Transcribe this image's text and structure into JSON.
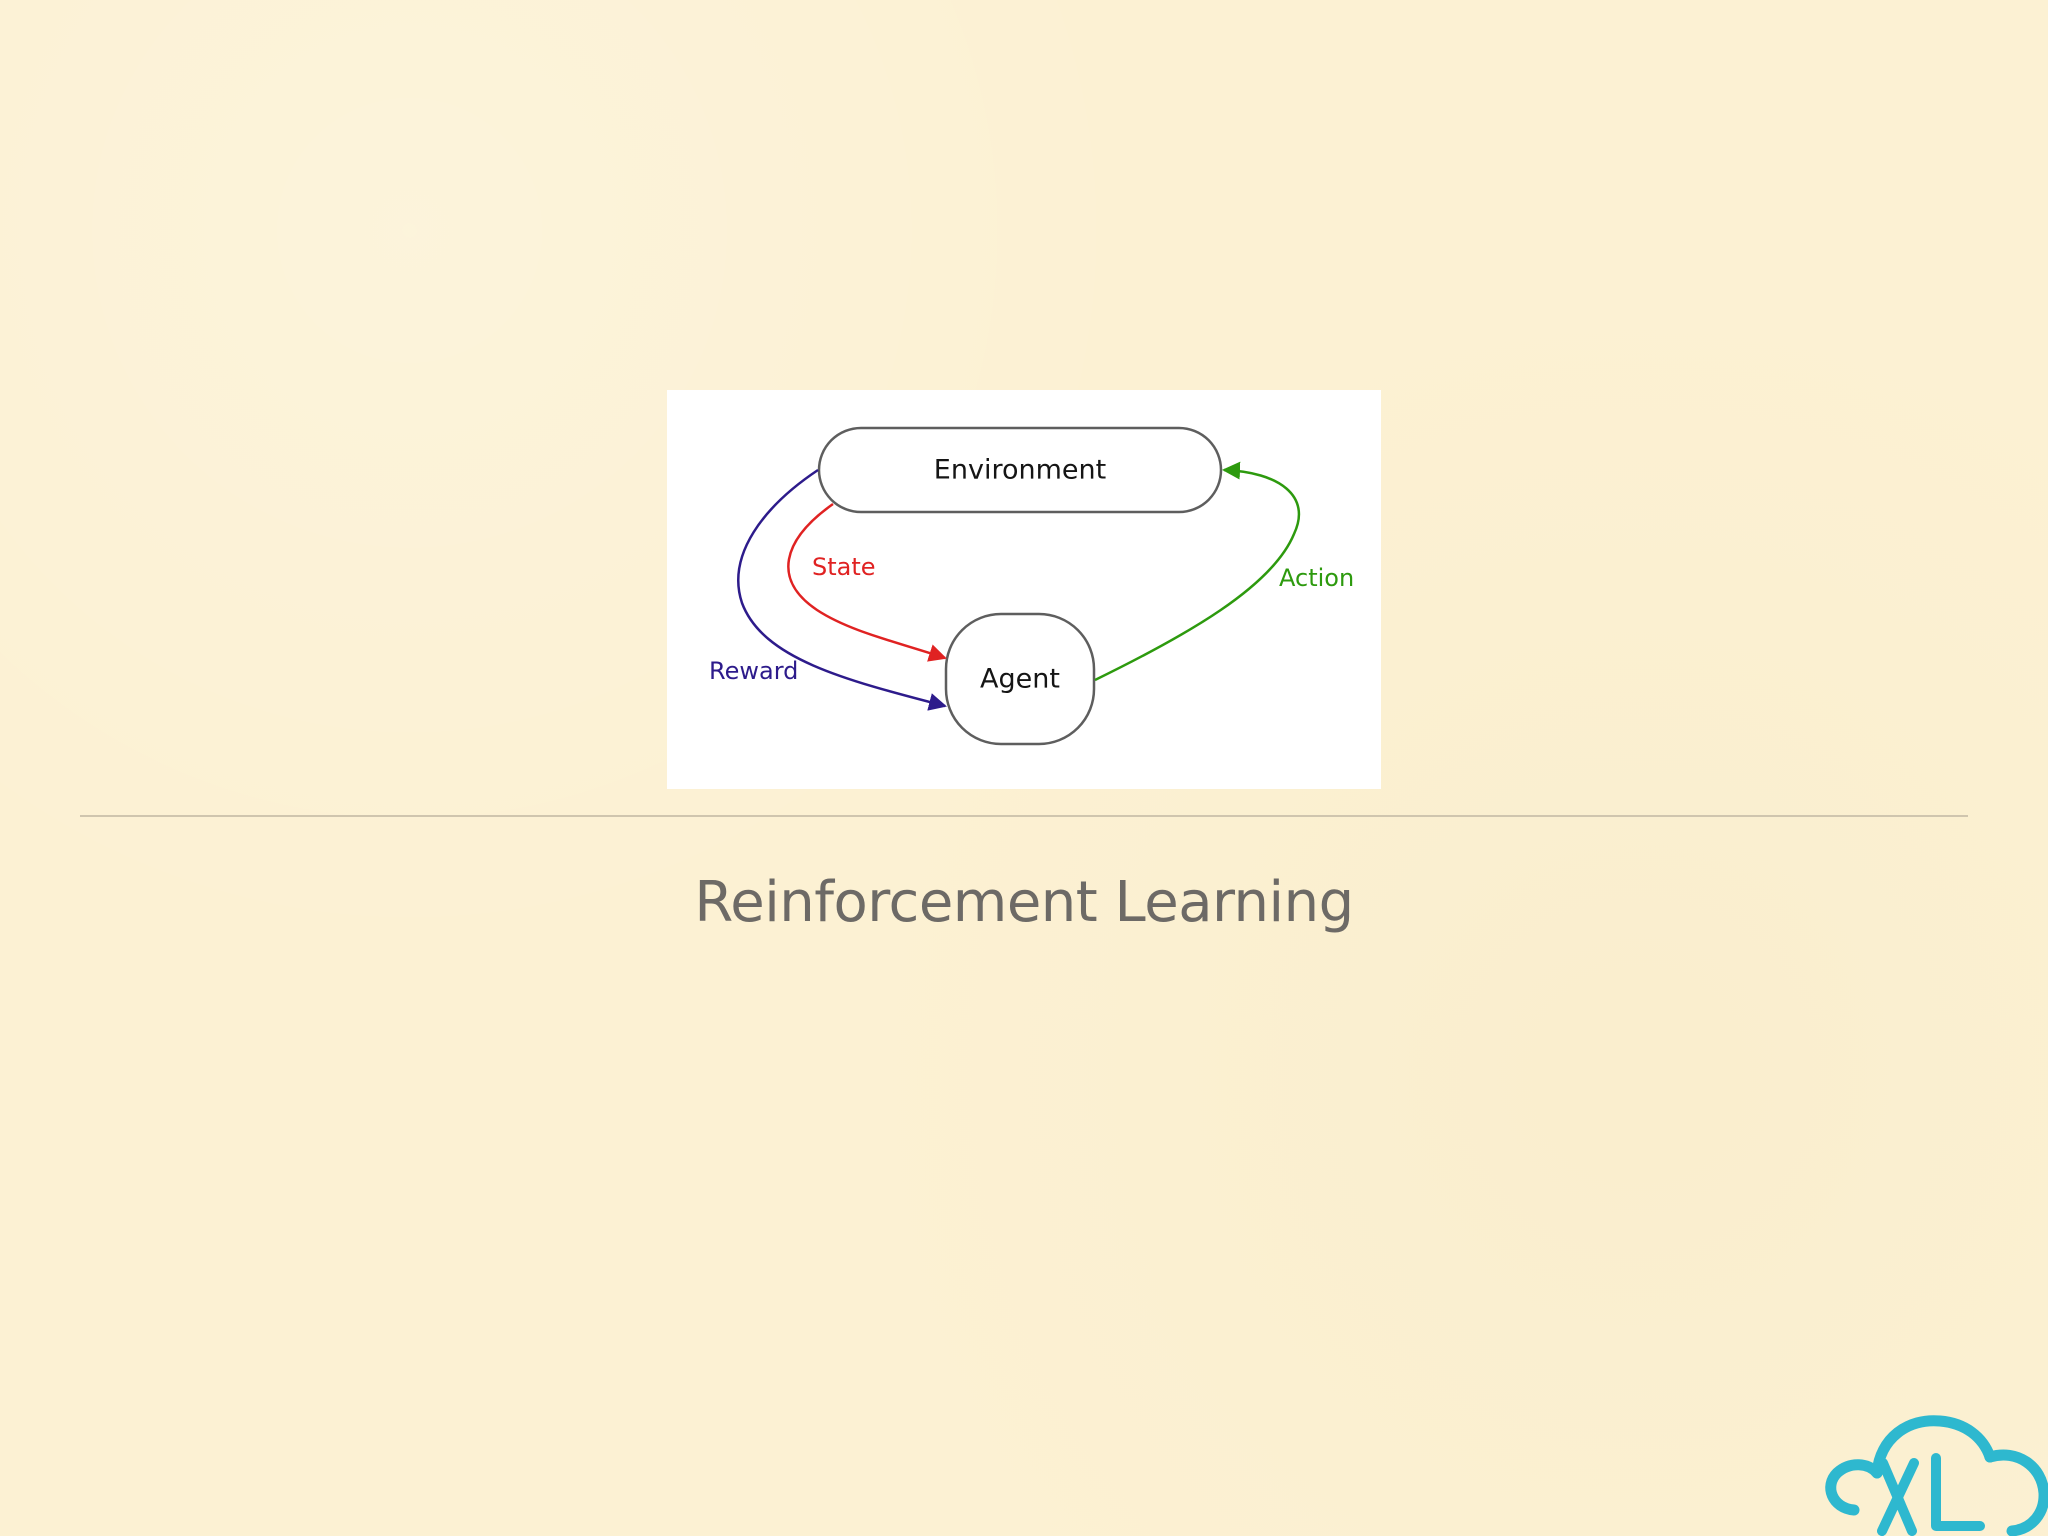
{
  "slide": {
    "title": "Reinforcement Learning"
  },
  "diagram": {
    "nodes": {
      "environment": "Environment",
      "agent": "Agent"
    },
    "edges": {
      "state": "State",
      "reward": "Reward",
      "action": "Action"
    },
    "colors": {
      "state": "#e02222",
      "reward": "#2d1b8b",
      "action": "#2d9a0e",
      "node_border": "#5e5e5e"
    }
  },
  "branding": {
    "logo_text": "XL",
    "logo_color": "#2eb8cf"
  }
}
